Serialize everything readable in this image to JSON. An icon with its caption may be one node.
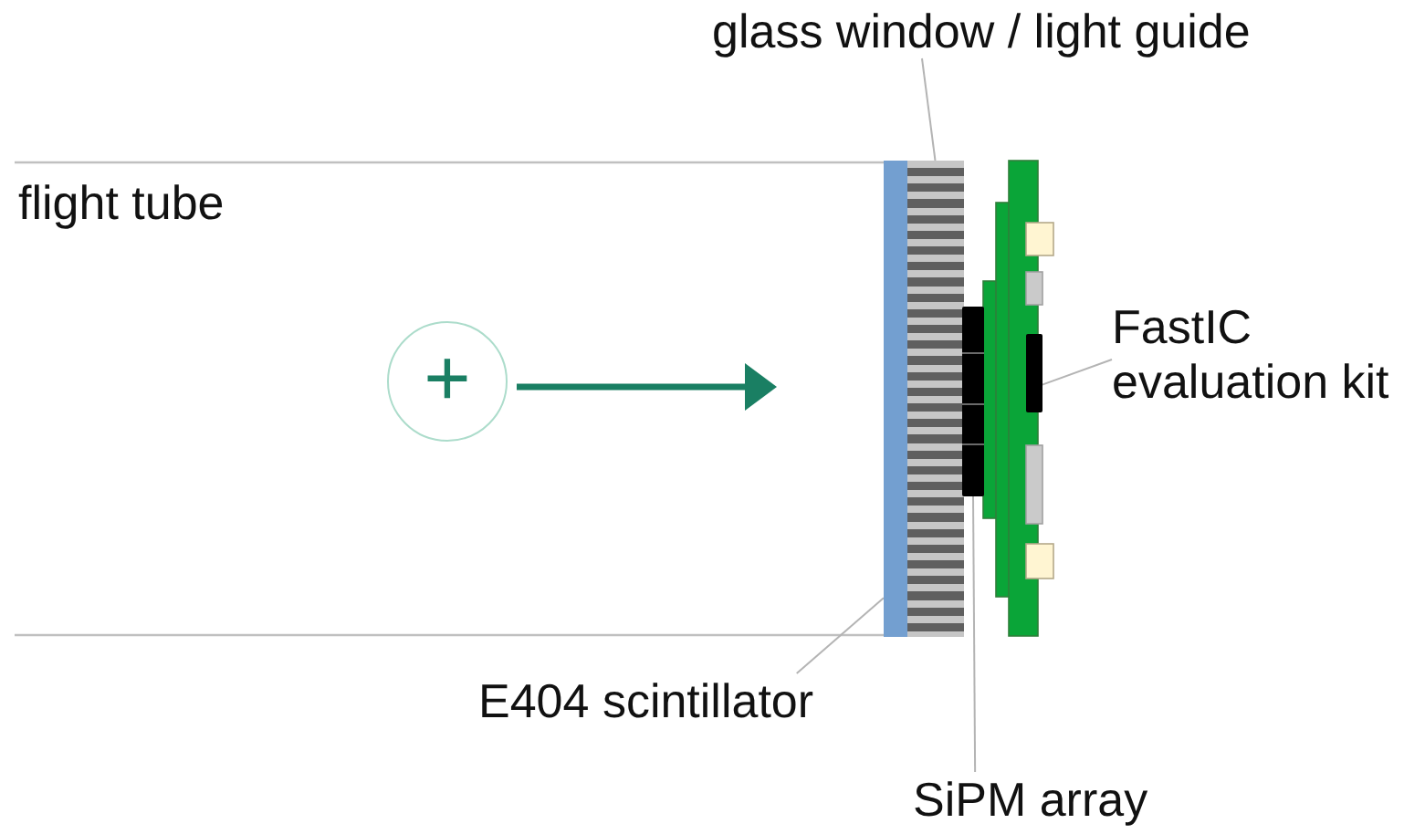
{
  "diagram": {
    "nodes": [
      {
        "text": [
          "glass window / light guide"
        ]
      },
      {
        "text": [
          "FastIC evaluation kit"
        ]
      },
      {
        "text": [
          "+"
        ]
      },
      {
        "text": [
          "E404 scintillator"
        ]
      },
      {
        "text": [
          "SiPM array"
        ]
      },
      {
        "text": [],
        "shape": "bar"
      },
      {
        "text": [],
        "shape": "bar"
      },
      {
        "text": [],
        "shape": "box"
      },
      {
        "text": [],
        "shape": "box"
      }
    ],
    "edges": [
      {
        "from": 0,
        "to": 6,
        "arrow": "none"
      },
      {
        "from": 1,
        "to": 8,
        "arrow": "none"
      },
      {
        "from": 3,
        "to": 5,
        "arrow": "none"
      },
      {
        "from": 4,
        "to": 7,
        "arrow": "none"
      }
    ],
    "labels": [
      "flight tube"
    ]
  }
}
